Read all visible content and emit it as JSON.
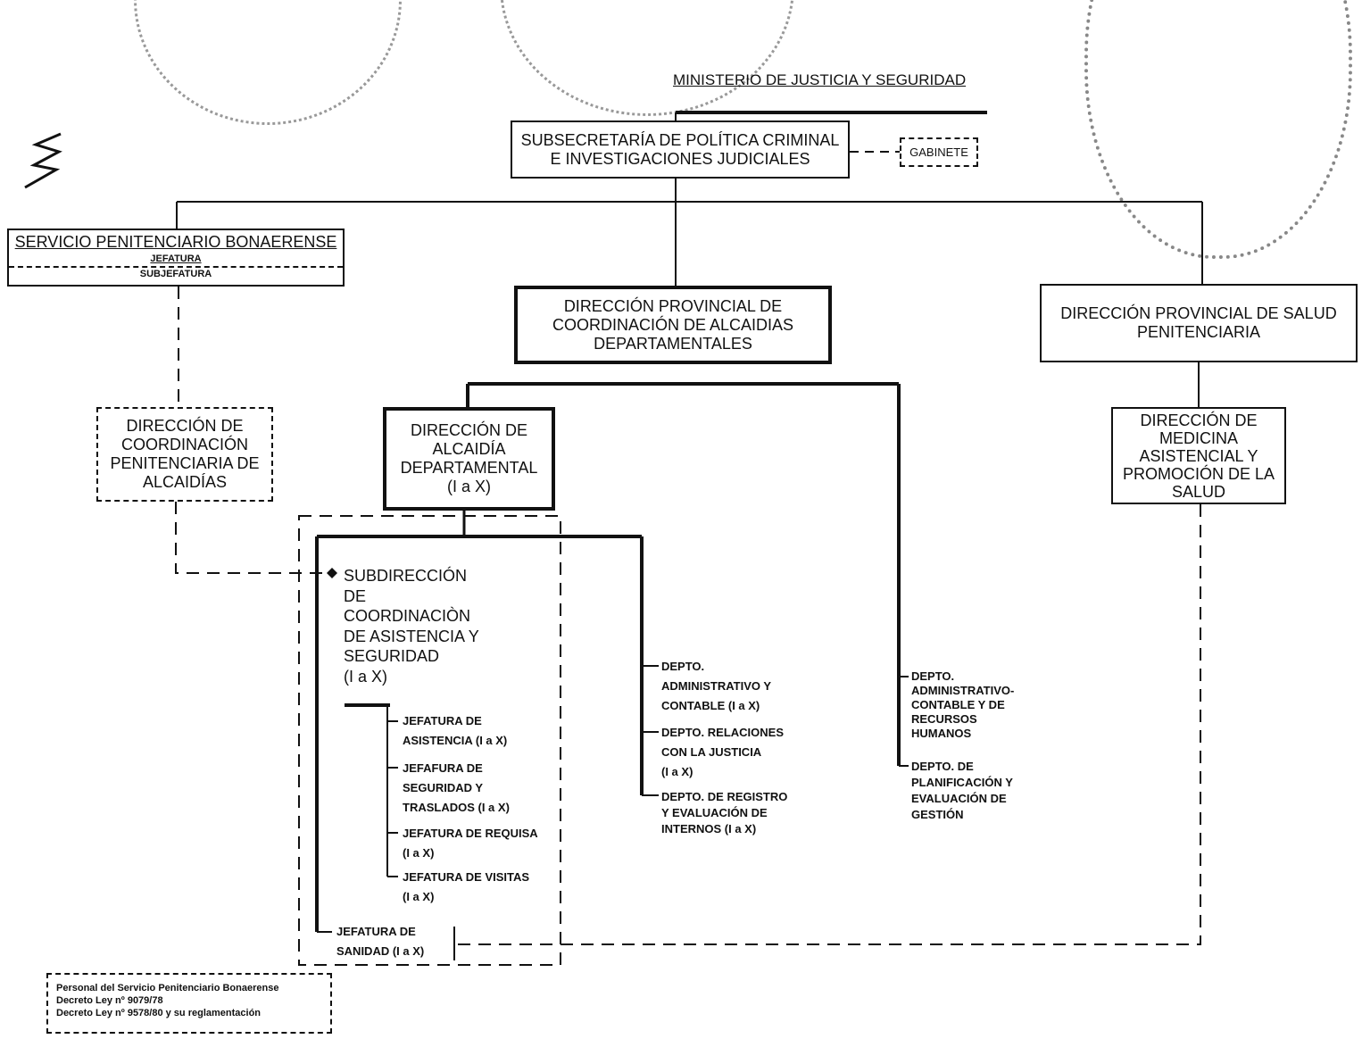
{
  "header": {
    "ministry": "MINISTERIO DE JUSTICIA Y SEGURIDAD"
  },
  "nodes": {
    "subsecretaria": "SUBSECRETARÍA DE POLÍTICA CRIMINAL\nE INVESTIGACIONES JUDICIALES",
    "gabinete": "GABINETE",
    "spb": {
      "title": "SERVICIO PENITENCIARIO BONAERENSE",
      "jefatura": "JEFATURA",
      "subjefatura": "SUBJEFATURA"
    },
    "dir_prov_alcaidias": "DIRECCIÓN PROVINCIAL DE\nCOORDINACIÓN DE ALCAIDIAS\nDEPARTAMENTALES",
    "dir_prov_salud": "DIRECCIÓN PROVINCIAL DE SALUD\nPENITENCIARIA",
    "dir_coord_penit": "DIRECCIÓN DE\nCOORDINACIÓN\nPENITENCIARIA DE\nALCAIDÍAS",
    "dir_alcaidia": "DIRECCIÓN DE\nALCAIDÍA\nDEPARTAMENTAL\n(I a X)",
    "dir_medicina": "DIRECCIÓN DE\nMEDICINA\nASISTENCIAL Y\nPROMOCIÓN DE LA\nSALUD",
    "subdireccion": "SUBDIRECCIÓN\nDE\nCOORDINACIÒN\nDE ASISTENCIA  Y\nSEGURIDAD\n(I a X)"
  },
  "jefaturas": [
    "JEFATURA DE\nASISTENCIA (I a X)",
    "JEFAFURA DE\nSEGURIDAD Y\nTRASLADOS (I a X)",
    "JEFATURA DE REQUISA\n(I a X)",
    "JEFATURA DE VISITAS\n(I a X)"
  ],
  "jefatura_sanidad": "JEFATURA DE\nSANIDAD (I a X)",
  "deptos_alcaidia": [
    "DEPTO.\nADMINISTRATIVO Y\nCONTABLE (I a X)",
    "DEPTO.  RELACIONES\nCON LA JUSTICIA\n(I a X)",
    "DEPTO. DE REGISTRO\nY EVALUACIÓN DE\nINTERNOS (I a X)"
  ],
  "deptos_provincial": [
    "DEPTO.\nADMINISTRATIVO-\nCONTABLE Y DE\nRECURSOS\nHUMANOS",
    "DEPTO. DE\nPLANIFICACIÓN Y\nEVALUACIÓN DE\nGESTIÓN"
  ],
  "footnote": "Personal del Servicio Penitenciario Bonaerense\nDecreto Ley nº 9079/78\nDecreto Ley nº 9578/80 y su reglamentación",
  "colors": {
    "ink": "#111111",
    "seal": "#999999"
  }
}
